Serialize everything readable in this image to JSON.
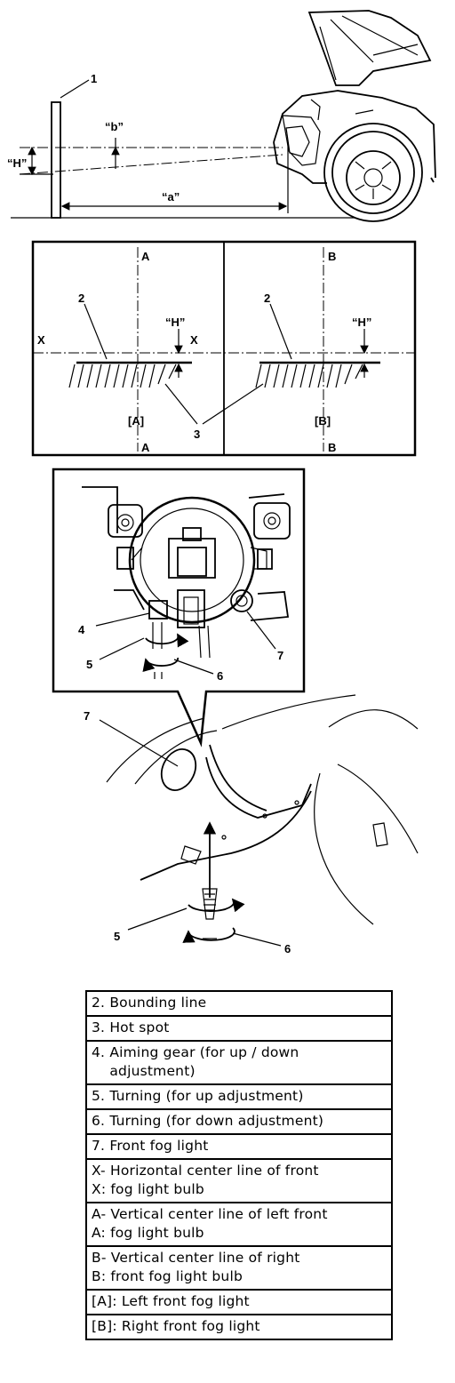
{
  "diagram": {
    "fig1": {
      "callout_1": "1",
      "label_b": "“b”",
      "label_H": "“H”",
      "label_a": "“a”"
    },
    "fig2": {
      "label_A_top": "A",
      "label_A_bottom": "A",
      "label_B_top": "B",
      "label_B_bottom": "B",
      "label_X_left": "X",
      "label_X_mid": "X",
      "label_2_left": "2",
      "label_2_right": "2",
      "label_H_left": "“H”",
      "label_H_right": "“H”",
      "label_3": "3",
      "label_bracket_A": "[A]",
      "label_bracket_B": "[B]"
    },
    "fig3": {
      "label_4": "4",
      "label_5_inset": "5",
      "label_6_inset": "6",
      "label_7_inset": "7",
      "label_7": "7",
      "label_5": "5",
      "label_6": "6"
    }
  },
  "legend": [
    {
      "lines": [
        {
          "key": "2. ",
          "text": "Bounding line"
        }
      ]
    },
    {
      "lines": [
        {
          "key": "3. ",
          "text": "Hot spot"
        }
      ]
    },
    {
      "lines": [
        {
          "key": "4. ",
          "text": "Aiming gear (for up / down adjustment)"
        }
      ]
    },
    {
      "lines": [
        {
          "key": "5. ",
          "text": "Turning (for up adjustment)"
        }
      ]
    },
    {
      "lines": [
        {
          "key": "6. ",
          "text": "Turning (for down adjustment)"
        }
      ]
    },
    {
      "lines": [
        {
          "key": "7. ",
          "text": "Front fog light"
        }
      ]
    },
    {
      "lines": [
        {
          "key": "X- ",
          "text": "Horizontal center line of front"
        },
        {
          "key": "X: ",
          "text": "fog light bulb"
        }
      ]
    },
    {
      "lines": [
        {
          "key": "A- ",
          "text": "Vertical center line of left front"
        },
        {
          "key": "A: ",
          "text": "fog light bulb"
        }
      ]
    },
    {
      "lines": [
        {
          "key": "B- ",
          "text": "Vertical center line of right"
        },
        {
          "key": "B: ",
          "text": "front fog light bulb"
        }
      ]
    },
    {
      "lines": [
        {
          "key": "[A]: ",
          "text": "Left front fog light"
        }
      ]
    },
    {
      "lines": [
        {
          "key": "[B]: ",
          "text": "Right front fog light"
        }
      ]
    }
  ]
}
